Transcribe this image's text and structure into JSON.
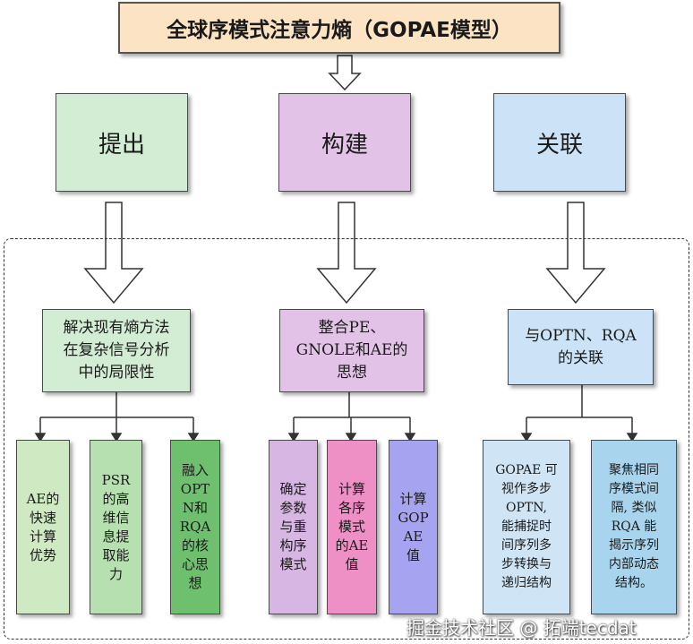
{
  "title": "全球序模式注意力熵（GOPAE模型）",
  "stages": [
    {
      "label": "提出"
    },
    {
      "label": "构建"
    },
    {
      "label": "关联"
    }
  ],
  "middle": [
    {
      "label": "解决现有熵方法\n在复杂信号分析\n中的局限性"
    },
    {
      "label": "整合PE、\nGNOLE和AE的\n思想"
    },
    {
      "label": "与OPTN、RQA\n的关联"
    }
  ],
  "leaves": [
    {
      "label": "AE的\n快速\n计算\n优势"
    },
    {
      "label": "PSR\n的高\n维信\n息提\n取能\n力"
    },
    {
      "label": "融入\nOPT\nN和\nRQA\n的核\n心思\n想"
    },
    {
      "label": "确定\n参数\n与重\n构序\n模式"
    },
    {
      "label": "计算\n各序\n模式\n的AE\n值"
    },
    {
      "label": "计算\nGOP\nAE\n值"
    },
    {
      "label": "GOPAE 可\n视作多步\nOPTN,\n能捕捉时\n间序列多\n步转换与\n递归结构"
    },
    {
      "label": "聚焦相同\n序模式间\n隔, 类似\nRQA 能\n揭示序列\n内部动态\n结构。"
    }
  ],
  "watermark": "掘金技术社区 @ 拓端tecdat",
  "colors": {
    "title_bg": "#fbe3c3",
    "green_light": "#d3ecd4",
    "purple_light": "#e3c2e8",
    "blue_light": "#cce3f7",
    "leaf_green_1": "#cfeac3",
    "leaf_green_2": "#b6e0af",
    "leaf_green_3": "#6fc06e",
    "leaf_purple_1": "#d8b6e4",
    "leaf_purple_2": "#ee8fc6",
    "leaf_purple_3": "#a6a4f0",
    "leaf_blue_1": "#cfe4f5",
    "leaf_blue_2": "#a8d4ee"
  }
}
